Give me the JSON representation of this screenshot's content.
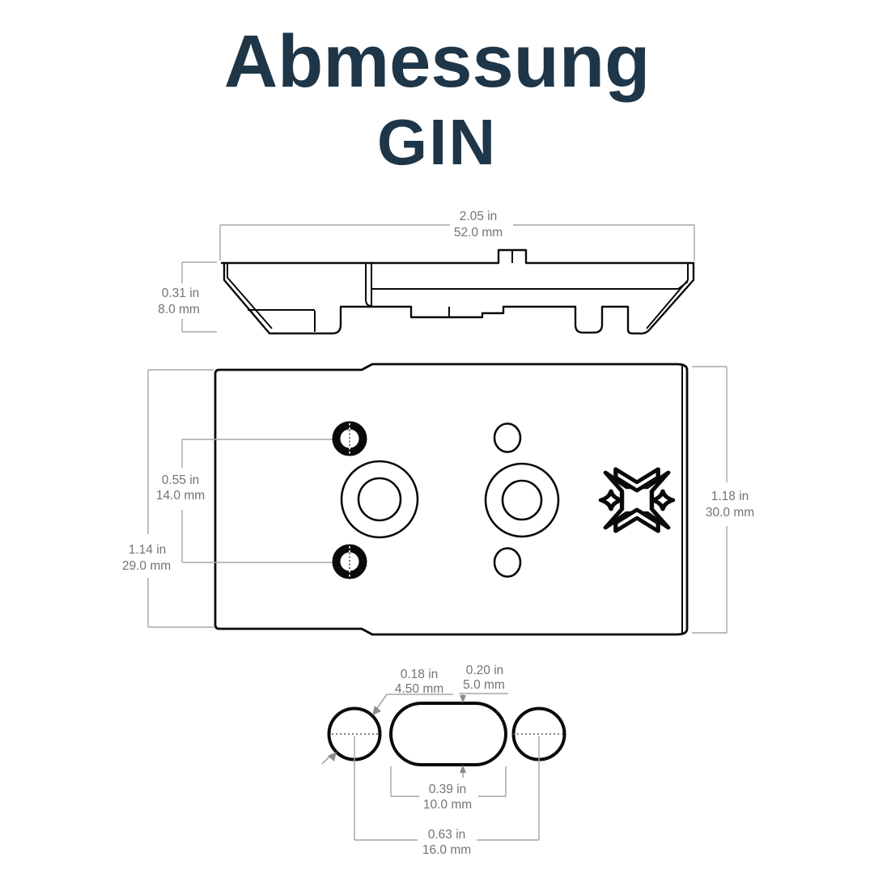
{
  "title": {
    "line1": "Abmessung",
    "line2": "GIN"
  },
  "colors": {
    "title_text": "#1e3648",
    "drawing_line": "#000000",
    "dimension_line": "#a6a6a6",
    "dimension_text": "#737373"
  },
  "views": {
    "side_profile": {
      "width_dim": {
        "inches": "2.05 in",
        "mm": "52.0 mm"
      },
      "height_dim": {
        "inches": "0.31 in",
        "mm": "8.0 mm"
      }
    },
    "top_plan": {
      "hole_spacing_dim": {
        "inches": "0.55 in",
        "mm": "14.0 mm"
      },
      "left_edge_height_dim": {
        "inches": "1.14 in",
        "mm": "29.0 mm"
      },
      "total_height_dim": {
        "inches": "1.18 in",
        "mm": "30.0 mm"
      }
    },
    "bottom_detail": {
      "pin_diameter_dim": {
        "inches": "0.18 in",
        "mm": "4.50 mm"
      },
      "slot_height_dim": {
        "inches": "0.20 in",
        "mm": "5.0 mm"
      },
      "slot_length_dim": {
        "inches": "0.39 in",
        "mm": "10.0 mm"
      },
      "pin_spacing_dim": {
        "inches": "0.63 in",
        "mm": "16.0 mm"
      }
    }
  }
}
